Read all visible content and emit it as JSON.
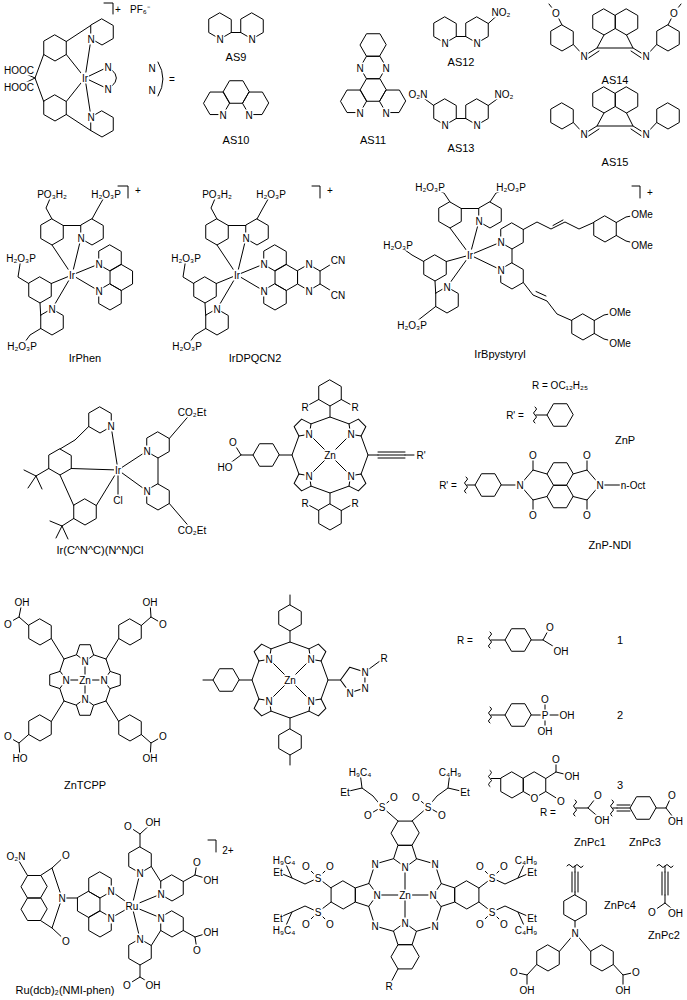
{
  "diagram": {
    "labels": [
      "+",
      "PF₆⁻",
      "HOOC",
      "HOOC",
      "Ir",
      "N",
      "N",
      "N",
      "N",
      "N",
      "N",
      "=",
      "N",
      "N",
      "AS9",
      "N",
      "N",
      "AS10",
      "N",
      "N",
      "N",
      "N",
      "AS11",
      "N",
      "N",
      "NO₂",
      "AS12",
      "O₂N",
      "N",
      "N",
      "NO₂",
      "AS13",
      "O",
      "O",
      "N",
      "N",
      "AS14",
      "N",
      "N",
      "AS15",
      "PO₃H₂",
      "H₂O₃P",
      "+",
      "N",
      "Ir",
      "H₂O₃P",
      "N",
      "H₂O₃P",
      "N",
      "N",
      "IrPhen",
      "PO₃H₂",
      "H₂O₃P",
      "+",
      "N",
      "Ir",
      "H₂O₃P",
      "N",
      "H₂O₃P",
      "N",
      "N",
      "N",
      "N",
      "CN",
      "CN",
      "IrDPQCN2",
      "H₂O₃P",
      "H₂O₃P",
      "+",
      "N",
      "Ir",
      "H₂O₃P",
      "N",
      "H₂O₃P",
      "N",
      "N",
      "OMe",
      "OMe",
      "OMe",
      "OMe",
      "IrBpystyryl",
      "N",
      "Ir",
      "Cl",
      "N",
      "N",
      "CO₂Et",
      "CO₂Et",
      "Ir(C^N^C)(N^N)Cl",
      "R",
      "R",
      "N",
      "N",
      "Zn",
      "O",
      "HO",
      "N",
      "N",
      "R'",
      "R",
      "R",
      "R = OC₁₂H₂₅",
      "R' =",
      "ZnP",
      "R' =",
      "O",
      "O",
      "N",
      "N",
      "n-Oct",
      "O",
      "O",
      "ZnP-NDI",
      "OH",
      "O",
      "OH",
      "O",
      "N",
      "N",
      "Zn",
      "N",
      "N",
      "O",
      "HO",
      "O",
      "OH",
      "ZnTCPP",
      "N",
      "N",
      "Zn",
      "N",
      "N",
      "N",
      "N",
      "N",
      "R",
      "R =",
      "O",
      "OH",
      "1",
      "O",
      "P",
      "OH",
      "OH",
      "2",
      "O",
      "OH",
      "O",
      "O",
      "3",
      "O₂N",
      "O",
      "N",
      "O",
      "N",
      "N",
      "Ru",
      "O",
      "OH",
      "N",
      "O",
      "OH",
      "N",
      "N",
      "O",
      "OH",
      "N",
      "O",
      "OH",
      "2+",
      "Ru(dcb)₂(NMI-phen)",
      "H₉C₄",
      "C₄H₉",
      "Et",
      "O",
      "O",
      "Et",
      "S",
      "S",
      "O",
      "O",
      "H₉C₄",
      "O",
      "O",
      "N",
      "N",
      "N",
      "O",
      "O",
      "C₄H₉",
      "Et",
      "Et",
      "S",
      "S",
      "N",
      "Zn",
      "N",
      "S",
      "S",
      "Et",
      "Et",
      "O",
      "O",
      "N",
      "N",
      "N",
      "O",
      "O",
      "H₉C₄",
      "C₄H₉",
      "R",
      "R =",
      "O",
      "OH",
      "ZnPc1",
      "O",
      "OH",
      "ZnPc3",
      "O",
      "OH",
      "ZnPc2",
      "ZnPc4",
      "N",
      "O",
      "O",
      "OH",
      "OH"
    ]
  }
}
